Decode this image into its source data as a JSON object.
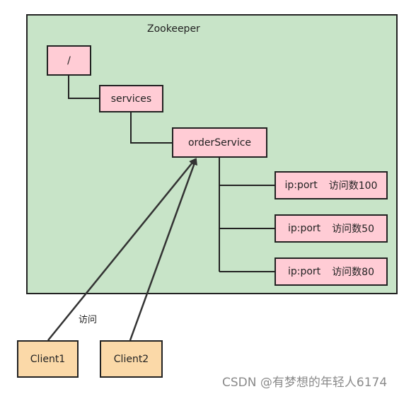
{
  "container": {
    "title": "Zookeeper"
  },
  "nodes": {
    "root": "/",
    "services": "services",
    "order_service": "orderService",
    "instances": [
      {
        "address": "ip:port",
        "visits": "访问数100"
      },
      {
        "address": "ip:port",
        "visits": "访问数50"
      },
      {
        "address": "ip:port",
        "visits": "访问数80"
      }
    ]
  },
  "clients": [
    {
      "label": "Client1"
    },
    {
      "label": "Client2"
    }
  ],
  "edge_label": "访问",
  "watermark": "CSDN @有梦想的年轻人6174",
  "colors": {
    "container_fill": "#c8e4c8",
    "node_fill": "#ffccd5",
    "client_fill": "#fbd9a8",
    "stroke": "#222222"
  }
}
